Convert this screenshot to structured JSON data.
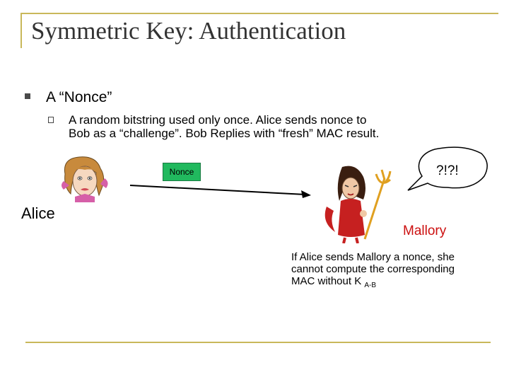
{
  "slide": {
    "title": "Symmetric Key: Authentication",
    "bullet_level1": "A “Nonce”",
    "bullet_level2_line1": "A random bitstring used only once. Alice sends nonce to",
    "bullet_level2_line2": "Bob as a “challenge”.  Bob Replies with “fresh” MAC result."
  },
  "diagram": {
    "nonce_label": "Nonce",
    "alice_label": "Alice",
    "mallory_label": "Mallory",
    "bubble_text": "?!?!",
    "note_line1": "If Alice sends Mallory a nonce, she",
    "note_line2": "cannot compute the corresponding",
    "note_line3": "MAC without K",
    "note_subscript": "A-B"
  },
  "colors": {
    "accent_rule": "#c9b85a",
    "nonce_box": "#21b95e",
    "mallory_text": "#cc1010"
  }
}
